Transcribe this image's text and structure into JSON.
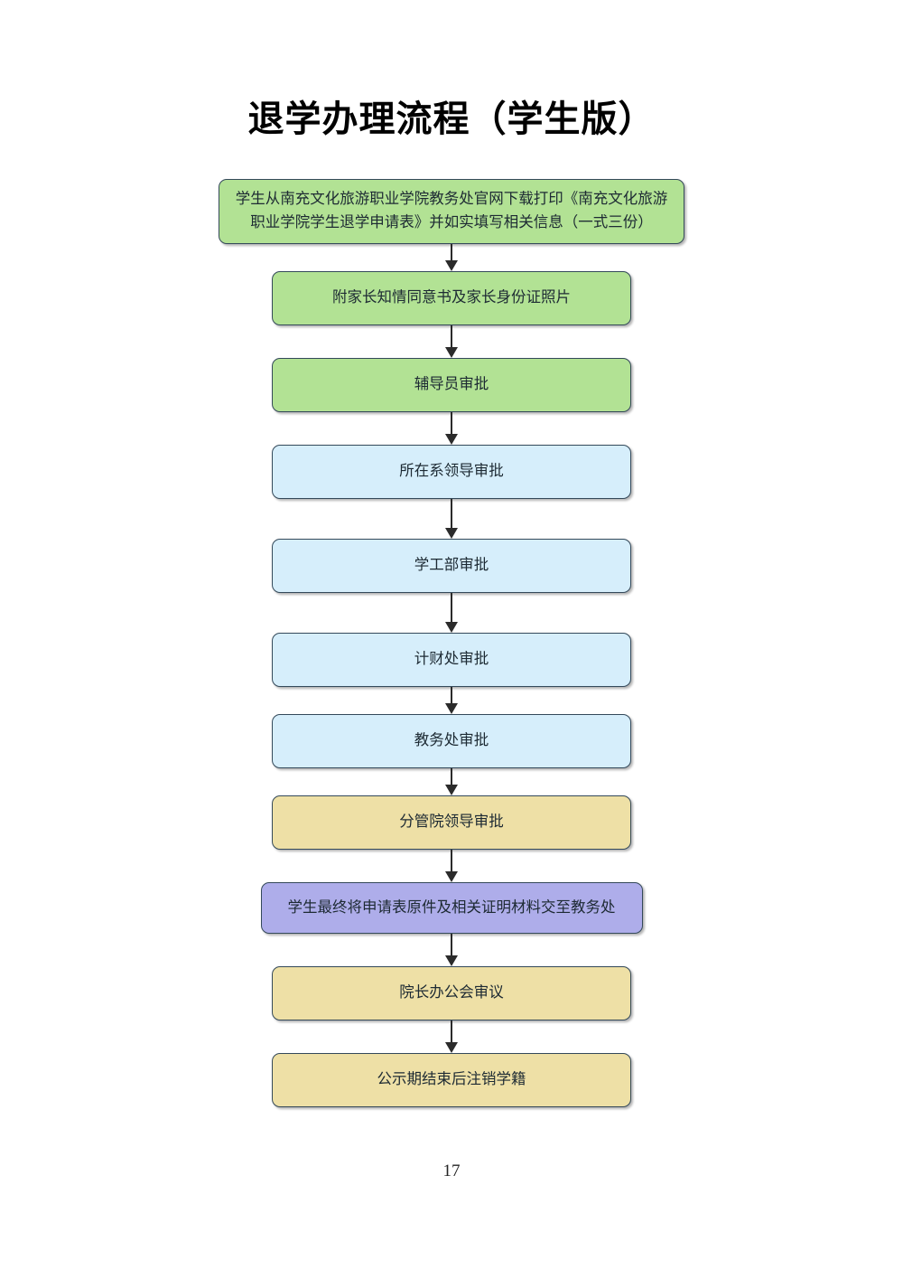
{
  "document": {
    "title": "退学办理流程（学生版）",
    "page_number": "17"
  },
  "flowchart": {
    "type": "flowchart",
    "orientation": "vertical",
    "colors": {
      "green": "#b2e294",
      "blue": "#d6eefb",
      "yellow": "#eee0a6",
      "purple": "#aeadea",
      "border": "#34495a",
      "arrow": "#2b2b2b"
    },
    "nodes": [
      {
        "id": "step-1",
        "label": "学生从南充文化旅游职业学院教务处官网下载打印《南充文化旅游职业学院学生退学申请表》并如实填写相关信息（一式三份）",
        "color": "green"
      },
      {
        "id": "step-2",
        "label": "附家长知情同意书及家长身份证照片",
        "color": "green"
      },
      {
        "id": "step-3",
        "label": "辅导员审批",
        "color": "green"
      },
      {
        "id": "step-4",
        "label": "所在系领导审批",
        "color": "blue"
      },
      {
        "id": "step-5",
        "label": "学工部审批",
        "color": "blue"
      },
      {
        "id": "step-6",
        "label": "计财处审批",
        "color": "blue"
      },
      {
        "id": "step-7",
        "label": "教务处审批",
        "color": "blue"
      },
      {
        "id": "step-8",
        "label": "分管院领导审批",
        "color": "yellow"
      },
      {
        "id": "step-9",
        "label": "学生最终将申请表原件及相关证明材料交至教务处",
        "color": "purple"
      },
      {
        "id": "step-10",
        "label": "院长办公会审议",
        "color": "yellow"
      },
      {
        "id": "step-11",
        "label": "公示期结束后注销学籍",
        "color": "yellow"
      }
    ]
  }
}
